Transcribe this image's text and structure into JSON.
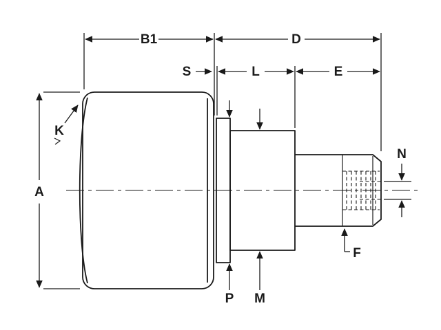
{
  "colors": {
    "line": "#1a1a1a",
    "background": "#ffffff"
  },
  "drawing": {
    "labels": {
      "b1": "B1",
      "d": "D",
      "s": "S",
      "l": "L",
      "e": "E",
      "a": "A",
      "k": "K",
      "n": "N",
      "f": "F",
      "p": "P",
      "m": "M"
    }
  }
}
